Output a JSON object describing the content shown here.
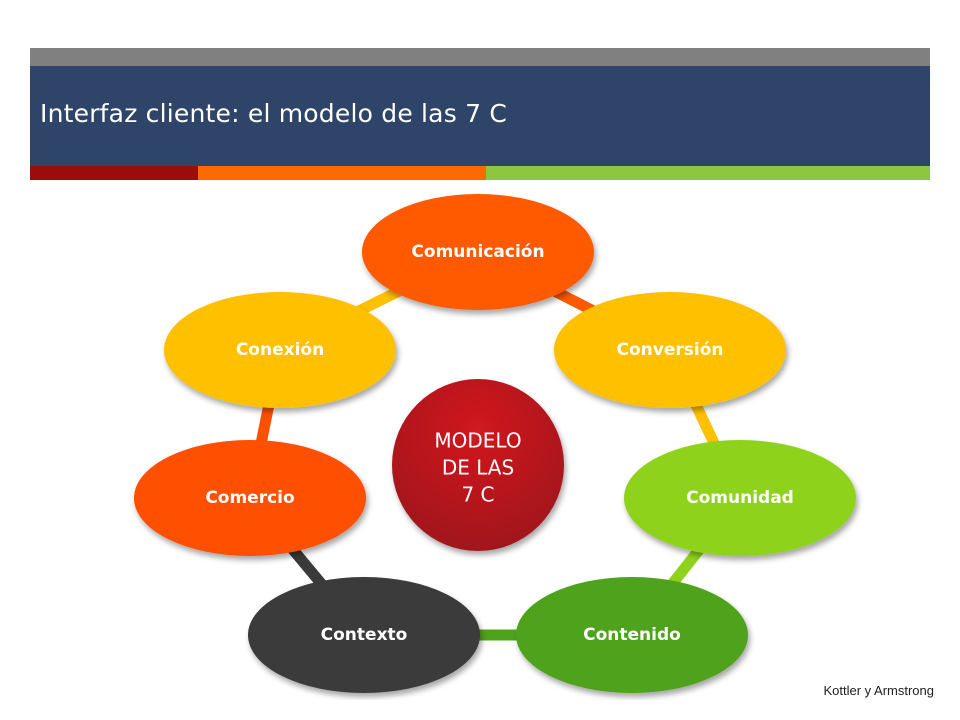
{
  "slide": {
    "title": "Interfaz cliente: el modelo de las 7 C",
    "source_note": "Kottler y Armstrong"
  },
  "colors": {
    "header_strip": "#808080",
    "title_bar": "#2e4569",
    "accent_strip": [
      "#9b0d0d",
      "#ff6a00",
      "#8dc63f"
    ]
  },
  "diagram": {
    "center": {
      "lines": [
        "MODELO",
        "DE LAS",
        "7 C"
      ],
      "color": "#b8141c"
    },
    "nodes": [
      {
        "label": "Comunicación",
        "color": "#ff5a00"
      },
      {
        "label": "Conversión",
        "color": "#ffc000"
      },
      {
        "label": "Comunidad",
        "color": "#8fd21e"
      },
      {
        "label": "Contenido",
        "color": "#4fa31a"
      },
      {
        "label": "Contexto",
        "color": "#3a3a3a"
      },
      {
        "label": "Comercio",
        "color": "#ff5000"
      },
      {
        "label": "Conexión",
        "color": "#ffc000"
      }
    ]
  }
}
